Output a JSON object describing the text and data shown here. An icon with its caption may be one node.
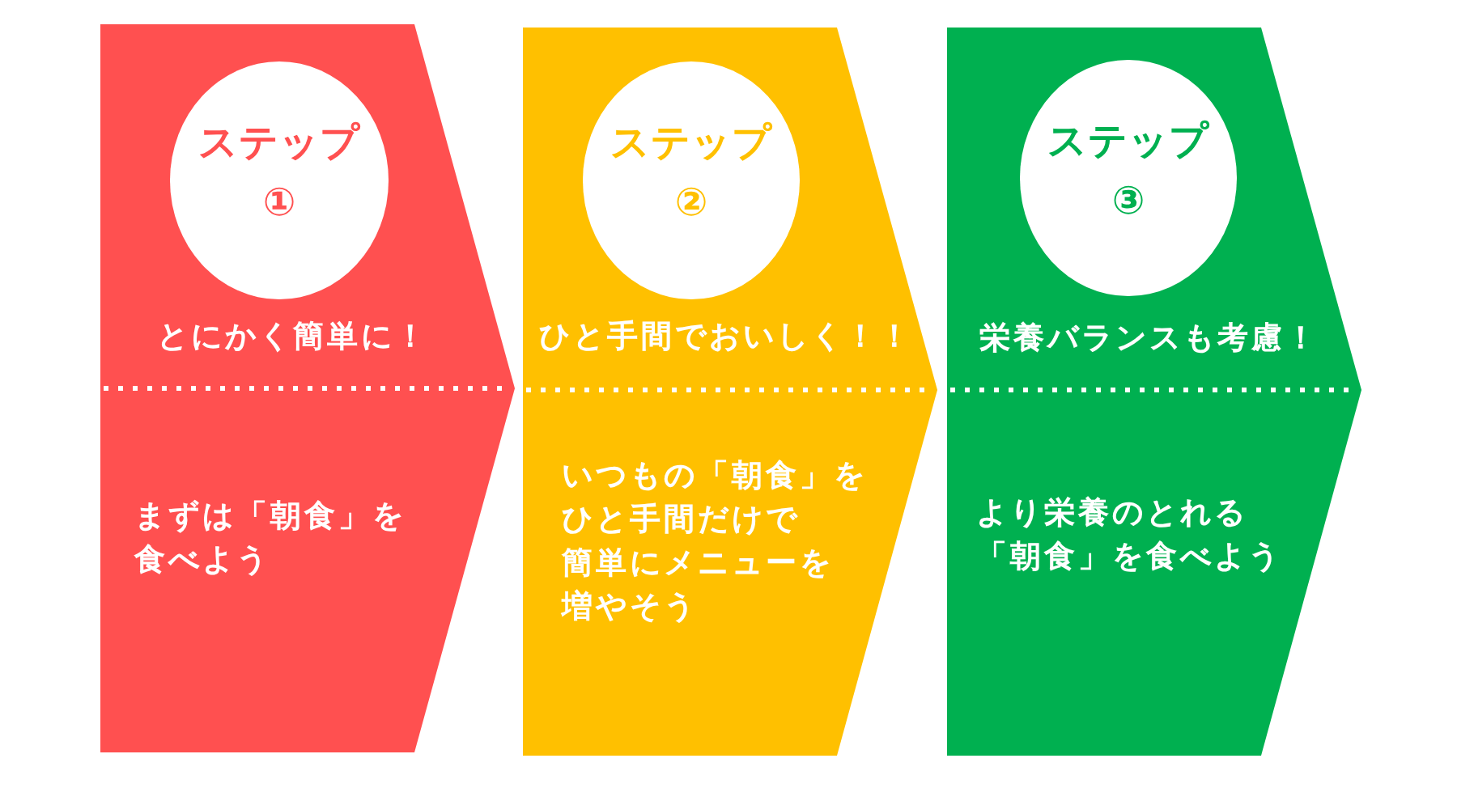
{
  "diagram": {
    "nodes": [
      {
        "text": [
          "とにかく簡単に！",
          "まずは「朝食」を食べよう"
        ]
      },
      {
        "text": [
          "ステップ①"
        ],
        "in": 0
      },
      {
        "text": [
          "ひと手間でおいしく！！",
          "いつもの「朝食」をひと手間だけで簡単にメニューを増やそう"
        ]
      },
      {
        "text": [
          "ステップ②"
        ],
        "in": 2
      },
      {
        "text": [
          "栄養バランスも考慮！",
          "より栄養のとれる「朝食」を食べよう"
        ]
      },
      {
        "text": [
          "ステップ③"
        ],
        "in": 4
      }
    ]
  }
}
